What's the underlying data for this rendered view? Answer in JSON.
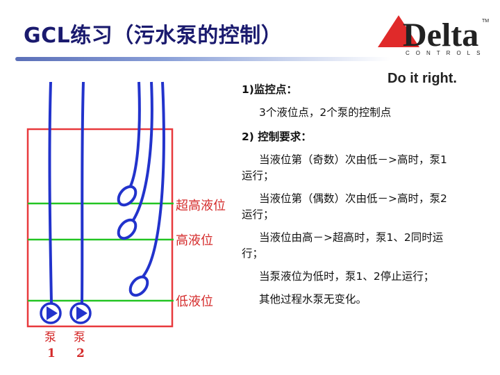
{
  "title": "GCL练习（污水泵的控制）",
  "logo": {
    "brand": "Delta",
    "sub": "CONTROLS",
    "tm": "TM"
  },
  "tagline": "Do it right.",
  "diagram": {
    "levels": [
      "超高液位",
      "高液位",
      "低液位"
    ],
    "pumps": [
      {
        "name": "泵",
        "number": "1"
      },
      {
        "name": "泵",
        "number": "2"
      }
    ],
    "colors": {
      "tank": "#e8393c",
      "level_line": "#22c422",
      "pipe": "#2233cc",
      "label": "#d42a2a"
    }
  },
  "text": {
    "h1": "1)监控点：",
    "p1": "3个液位点，2个泵的控制点",
    "h2": "2) 控制要求：",
    "p2": "当液位第（奇数）次由低－>高时，泵1运行；",
    "p3": "当液位第（偶数）次由低－>高时，泵2运行；",
    "p4": "当液位由高－>超高时，泵1、2同时运行；",
    "p5": "当泵液位为低时，泵1、2停止运行；",
    "p6": "其他过程水泵无变化。"
  }
}
